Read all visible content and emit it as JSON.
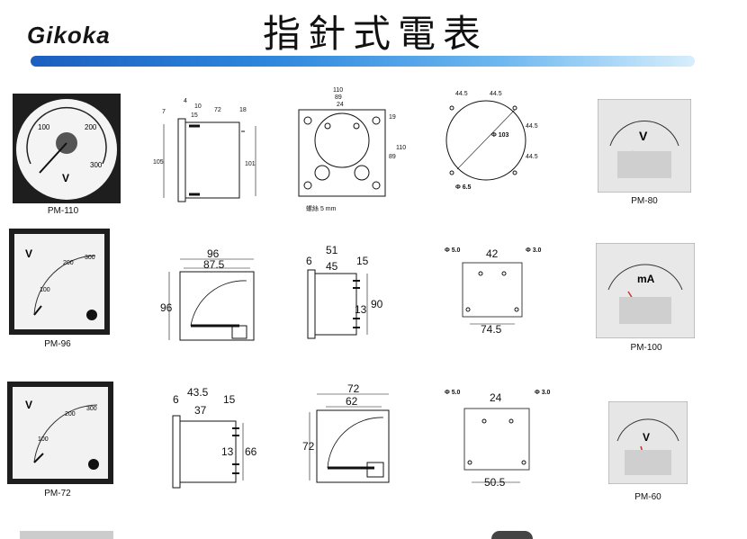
{
  "brand": "Gikoka",
  "title": "指針式電表",
  "models": {
    "pm110": "PM-110",
    "pm80": "PM-80",
    "pm96": "PM-96",
    "pm100": "PM-100",
    "pm72": "PM-72",
    "pm60": "PM-60"
  },
  "meter_faces": {
    "pm110": {
      "unit": "V",
      "ticks": [
        "100",
        "200",
        "300"
      ]
    },
    "pm96": {
      "unit": "V",
      "ticks": [
        "200",
        "300",
        "100"
      ]
    },
    "pm72": {
      "unit": "V",
      "ticks": [
        "200",
        "300",
        "100"
      ]
    },
    "pm100": {
      "unit": "mA"
    },
    "pm80": {
      "unit": "V"
    },
    "pm60": {
      "unit": "V"
    }
  },
  "dims_row1": {
    "side": {
      "a": "7",
      "b": "4",
      "c": "10",
      "d": "15",
      "e": "72",
      "f": "18",
      "h1": "105",
      "h2": "101"
    },
    "front": {
      "w1": "110",
      "w2": "89",
      "w3": "24",
      "r1": "19",
      "r2": "110",
      "r3": "89",
      "note": "螺絲 5 mm"
    },
    "cutout": {
      "a": "44.5",
      "b": "44.5",
      "c": "44.5",
      "d": "44.5",
      "dia": "Φ 103",
      "hole": "Φ 6.5"
    }
  },
  "dims_row2": {
    "front": {
      "w1": "96",
      "w2": "87.5",
      "h": "96"
    },
    "side": {
      "a": "51",
      "b": "6",
      "c": "45",
      "d": "15",
      "e": "13",
      "h": "90"
    },
    "cutout": {
      "d1": "Φ 5.0",
      "d2": "Φ 3.0",
      "a": "42",
      "b": "74.5"
    }
  },
  "dims_row3": {
    "side": {
      "a": "6",
      "b": "43.5",
      "c": "15",
      "d": "37",
      "e": "13",
      "h": "66"
    },
    "front": {
      "w1": "72",
      "w2": "62",
      "h": "72"
    },
    "cutout": {
      "d1": "Φ 5.0",
      "d2": "Φ 3.0",
      "a": "24",
      "b": "50.5"
    }
  }
}
